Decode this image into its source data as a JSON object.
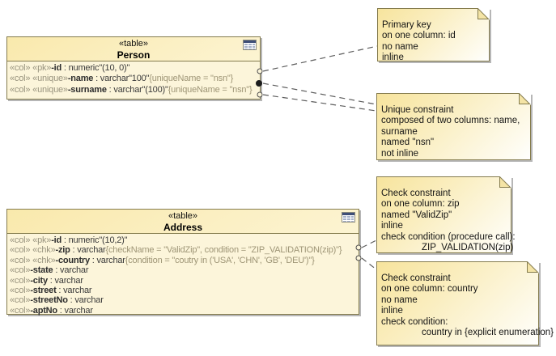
{
  "diagram": {
    "tables": [
      {
        "stereotype": "«table»",
        "name": "Person",
        "rows": [
          {
            "stereo": "«col» «pk»",
            "name": "-id",
            "type": " : numeric\"(10, 0)\"",
            "tags": ""
          },
          {
            "stereo": "«col» «unique»",
            "name": "-name",
            "type": " : varchar\"100\"",
            "tags": "{uniqueName = \"nsn\"}"
          },
          {
            "stereo": "«col» «unique»",
            "name": "-surname",
            "type": " : varchar\"(100)\"",
            "tags": "{uniqueName = \"nsn\"}"
          }
        ]
      },
      {
        "stereotype": "«table»",
        "name": "Address",
        "rows": [
          {
            "stereo": "«col» «pk»",
            "name": "-id",
            "type": " : numeric\"(10,2)\"",
            "tags": ""
          },
          {
            "stereo": "«col» «chk»",
            "name": "-zip",
            "type": " : varchar",
            "tags": "{checkName = \"ValidZip\", condition = \"ZIP_VALIDATION(zip)\"}"
          },
          {
            "stereo": "«col» «chk»",
            "name": "-country",
            "type": " : varchar",
            "tags": "{condition = \"coutry in ('USA', 'CHN', 'GB', 'DEU')\"}"
          },
          {
            "stereo": "«col»",
            "name": "-state",
            "type": " : varchar",
            "tags": ""
          },
          {
            "stereo": "«col»",
            "name": "-city",
            "type": " : varchar",
            "tags": ""
          },
          {
            "stereo": "«col»",
            "name": "-street",
            "type": " : varchar",
            "tags": ""
          },
          {
            "stereo": "«col»",
            "name": "-streetNo",
            "type": " : varchar",
            "tags": ""
          },
          {
            "stereo": "«col»",
            "name": "-aptNo",
            "type": " : varchar",
            "tags": ""
          }
        ]
      }
    ],
    "notes": [
      {
        "lines": [
          "Primary key",
          "on one column: id",
          "no name",
          "inline"
        ]
      },
      {
        "lines": [
          "Unique constraint",
          "composed of two columns: name,",
          "surname",
          "named \"nsn\"",
          "not inline"
        ]
      },
      {
        "lines": [
          "Check constraint",
          "on one column: zip",
          "named \"ValidZip\"",
          "inline",
          "check condition (procedure call):"
        ],
        "indent": "ZIP_VALIDATION(zip)"
      },
      {
        "lines": [
          "Check constraint",
          "on one column: country",
          "no name",
          "inline",
          "check condition:"
        ],
        "indent": "country in {explicit enumeration}"
      }
    ],
    "colors": {
      "table_header_fill": "#F9E9AC",
      "table_body_fill": "#FCF5DA",
      "note_fill": "#F7E49D",
      "border": "#857C4E",
      "shadow": "#B6B6B6",
      "stereotype_text": "#98937E",
      "tag_text": "#9E9576",
      "connector": "#5C5C5C",
      "icon_header": "#3E4E77",
      "icon_cell": "#A7B2CA"
    }
  }
}
